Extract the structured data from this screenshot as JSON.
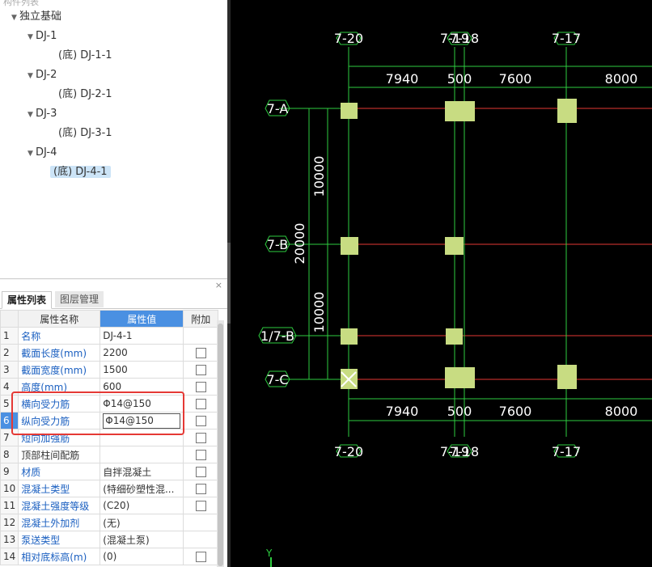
{
  "tree": {
    "header": "构件列表",
    "root": "独立基础",
    "groups": [
      {
        "name": "DJ-1",
        "child": "(底) DJ-1-1"
      },
      {
        "name": "DJ-2",
        "child": "(底) DJ-2-1"
      },
      {
        "name": "DJ-3",
        "child": "(底) DJ-3-1"
      },
      {
        "name": "DJ-4",
        "child": "(底) DJ-4-1"
      }
    ]
  },
  "panel": {
    "tab_active": "属性列表",
    "tab_inactive": "图层管理",
    "close": "×",
    "col_name": "属性名称",
    "col_value": "属性值",
    "col_add": "附加"
  },
  "rows": [
    {
      "n": "1",
      "name": "名称",
      "value": "DJ-4-1",
      "chk": false
    },
    {
      "n": "2",
      "name": "截面长度(mm)",
      "value": "2200",
      "chk": true
    },
    {
      "n": "3",
      "name": "截面宽度(mm)",
      "value": "1500",
      "chk": true
    },
    {
      "n": "4",
      "name": "高度(mm)",
      "value": "600",
      "chk": true
    },
    {
      "n": "5",
      "name": "横向受力筋",
      "value": "Φ14@150",
      "chk": true
    },
    {
      "n": "6",
      "name": "纵向受力筋",
      "value": "Φ14@150",
      "chk": true
    },
    {
      "n": "7",
      "name": "短向加强筋",
      "value": "",
      "chk": true
    },
    {
      "n": "8",
      "name": "顶部柱间配筋",
      "value": "",
      "chk": true
    },
    {
      "n": "9",
      "name": "材质",
      "value": "自拌混凝土",
      "chk": true
    },
    {
      "n": "10",
      "name": "混凝土类型",
      "value": "(特细砂塑性混...",
      "chk": true
    },
    {
      "n": "11",
      "name": "混凝土强度等级",
      "value": "(C20)",
      "chk": true
    },
    {
      "n": "12",
      "name": "混凝土外加剂",
      "value": "(无)",
      "chk": false
    },
    {
      "n": "13",
      "name": "泵送类型",
      "value": "(混凝土泵)",
      "chk": false
    },
    {
      "n": "14",
      "name": "相对底标高(m)",
      "value": "(0)",
      "chk": true
    }
  ],
  "cad": {
    "axis_top": [
      "7-20",
      "7-19",
      "7-18",
      "7-17"
    ],
    "axis_bottom": [
      "7-20",
      "7-19",
      "7-18",
      "7-17"
    ],
    "dims_top": [
      "7940",
      "500",
      "7600",
      "8000"
    ],
    "dims_bottom": [
      "7940",
      "500",
      "7600",
      "8000"
    ],
    "axis_left": [
      "7-A",
      "7-B",
      "1/7-B",
      "7-C"
    ],
    "dims_left": [
      "10000",
      "20000",
      "10000"
    ],
    "ucs_label": "Y",
    "colors": {
      "grid_red": "#e53935",
      "dim_green": "#2ecc40",
      "footing": "#c8dc82",
      "background": "#000000"
    }
  }
}
